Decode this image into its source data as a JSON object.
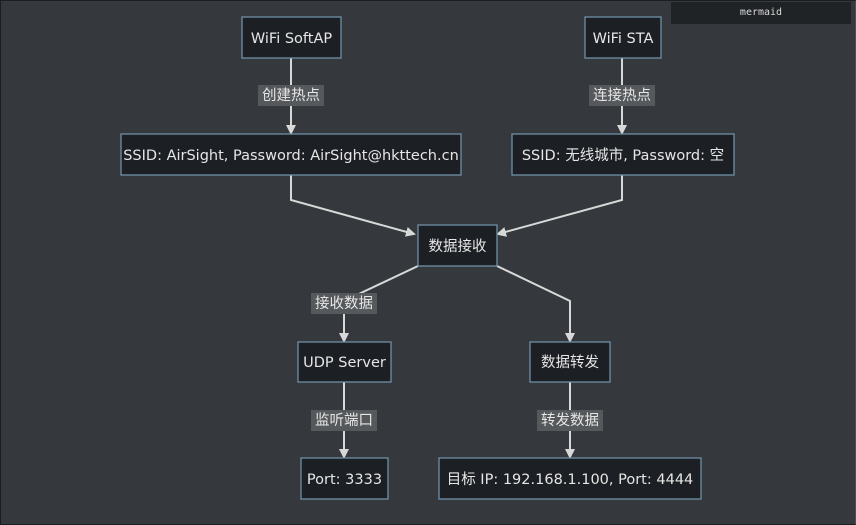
{
  "badge": "mermaid",
  "nodes": {
    "softap": "WiFi SoftAP",
    "sta": "WiFi STA",
    "softap_cfg": "SSID: AirSight, Password: AirSight@hkttech.cn",
    "sta_cfg": "SSID: 无线城市, Password: 空",
    "recv": "数据接收",
    "udp": "UDP Server",
    "fwd": "数据转发",
    "port": "Port: 3333",
    "target": "目标 IP: 192.168.1.100, Port: 4444"
  },
  "edges": {
    "create_hotspot": "创建热点",
    "connect_hotspot": "连接热点",
    "recv_data": "接收数据",
    "listen_port": "监听端口",
    "fwd_data": "转发数据"
  },
  "colors": {
    "background": "#35393d",
    "node_fill": "#1c1f23",
    "node_border": "#6e8fa8",
    "edge": "#d8d8d8",
    "label_bg": "#56595c"
  }
}
